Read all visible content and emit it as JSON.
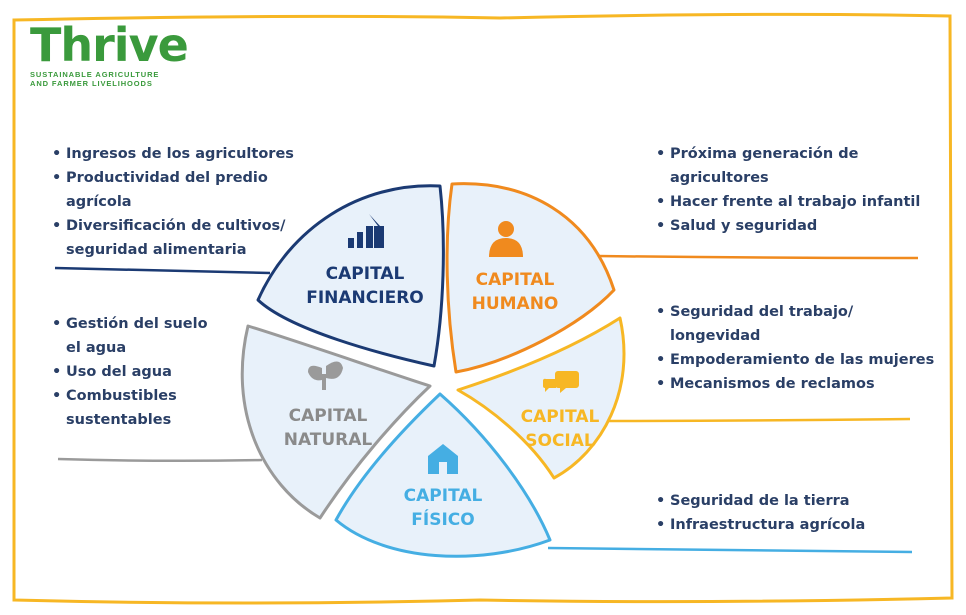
{
  "logo": {
    "word": "Thrive",
    "sub_line1": "SUSTAINABLE AGRICULTURE",
    "sub_line2": "AND FARMER LIVELIHOODS"
  },
  "colors": {
    "navy": "#1b3a73",
    "orange": "#f08a1e",
    "gold": "#f7b724",
    "gray": "#9a9a9a",
    "blue": "#45aee3",
    "fill": "#e8f1fa",
    "text": "#2a3f66",
    "green": "#3a9a3c",
    "frame": "#f7b724"
  },
  "segments": {
    "financiero": {
      "line1": "CAPITAL",
      "line2": "FINANCIERO",
      "icon": "bar-chart-up-icon"
    },
    "humano": {
      "line1": "CAPITAL",
      "line2": "HUMANO",
      "icon": "person-icon"
    },
    "social": {
      "line1": "CAPITAL",
      "line2": "SOCIAL",
      "icon": "chat-bubbles-icon"
    },
    "natural": {
      "line1": "CAPITAL",
      "line2": "NATURAL",
      "icon": "sprout-icon"
    },
    "fisico": {
      "line1": "CAPITAL",
      "line2": "FÍSICO",
      "icon": "barn-icon"
    }
  },
  "lists": {
    "financiero": [
      "Ingresos de los agricultores",
      "Productividad del predio",
      "agrícola",
      "Diversificación de cultivos/",
      "seguridad alimentaria"
    ],
    "humano": [
      "Próxima generación de",
      "agricultores",
      "Hacer frente al trabajo infantil",
      "Salud y seguridad"
    ],
    "natural": [
      "Gestión del suelo",
      "el agua",
      "Uso del agua",
      "Combustibles",
      "sustentables"
    ],
    "social": [
      "Seguridad del trabajo/",
      "longevidad",
      "Empoderamiento de las mujeres",
      "Mecanismos de reclamos"
    ],
    "fisico": [
      "Seguridad de la tierra",
      "Infraestructura agrícola"
    ]
  }
}
